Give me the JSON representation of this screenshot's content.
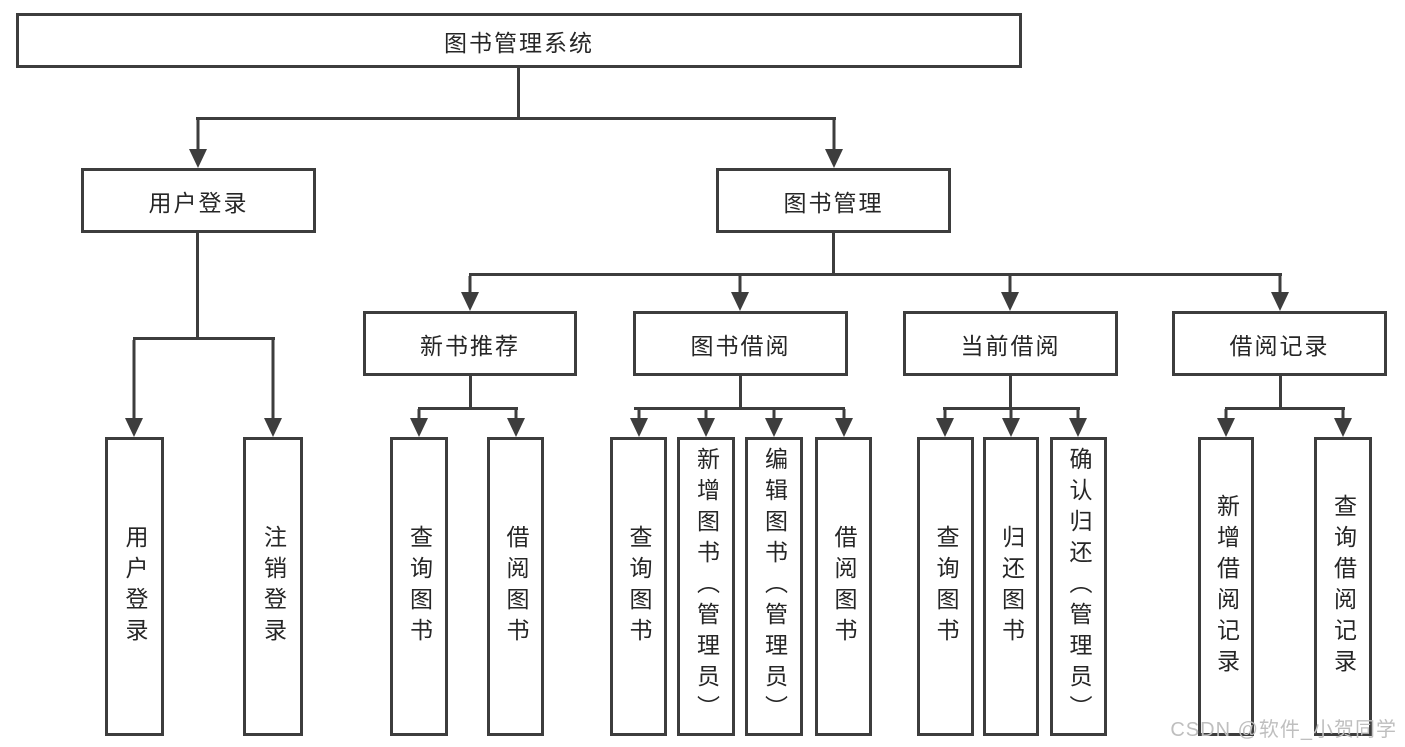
{
  "tree": {
    "label": "图书管理系统",
    "children": [
      {
        "label": "用户登录",
        "children": [
          {
            "label": "用户登录"
          },
          {
            "label": "注销登录"
          }
        ]
      },
      {
        "label": "图书管理",
        "children": [
          {
            "label": "新书推荐",
            "children": [
              {
                "label": "查询图书"
              },
              {
                "label": "借阅图书"
              }
            ]
          },
          {
            "label": "图书借阅",
            "children": [
              {
                "label": "查询图书"
              },
              {
                "label": "新增图书（管理员）"
              },
              {
                "label": "编辑图书（管理员）"
              },
              {
                "label": "借阅图书"
              }
            ]
          },
          {
            "label": "当前借阅",
            "children": [
              {
                "label": "查询图书"
              },
              {
                "label": "归还图书"
              },
              {
                "label": "确认归还（管理员）"
              }
            ]
          },
          {
            "label": "借阅记录",
            "children": [
              {
                "label": "新增借阅记录"
              },
              {
                "label": "查询借阅记录"
              }
            ]
          }
        ]
      }
    ]
  },
  "watermark": {
    "text": "CSDN @软件_小贺同学"
  },
  "colors": {
    "line": "#3d3d3d",
    "text": "#262626",
    "watermark": "#bfbfbf",
    "box_fill": "#ffffff",
    "background": "#ffffff"
  }
}
